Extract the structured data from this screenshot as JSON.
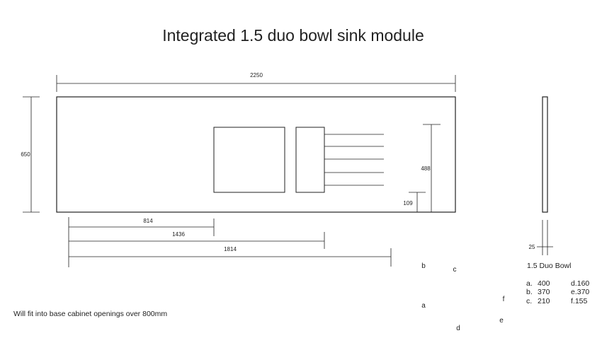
{
  "title": "Integrated 1.5 duo bowl sink module",
  "dimensions": {
    "overall_length": "2250",
    "overall_depth": "650",
    "offset_814": "814",
    "offset_1436": "1436",
    "offset_1814": "1814",
    "drainer_488": "488",
    "drainer_109": "109",
    "thickness": "25"
  },
  "point_labels": {
    "a": "a",
    "b": "b",
    "c": "c",
    "d": "d",
    "e": "e",
    "f": "f"
  },
  "legend": {
    "heading": "1.5 Duo Bowl",
    "rows": [
      {
        "left_key": "a.",
        "left_value": "400",
        "right": "d.160"
      },
      {
        "left_key": "b.",
        "left_value": "370",
        "right": "e.370"
      },
      {
        "left_key": "c.",
        "left_value": "210",
        "right": "f.155"
      }
    ]
  },
  "note": "Will fit into base cabinet openings over 800mm"
}
